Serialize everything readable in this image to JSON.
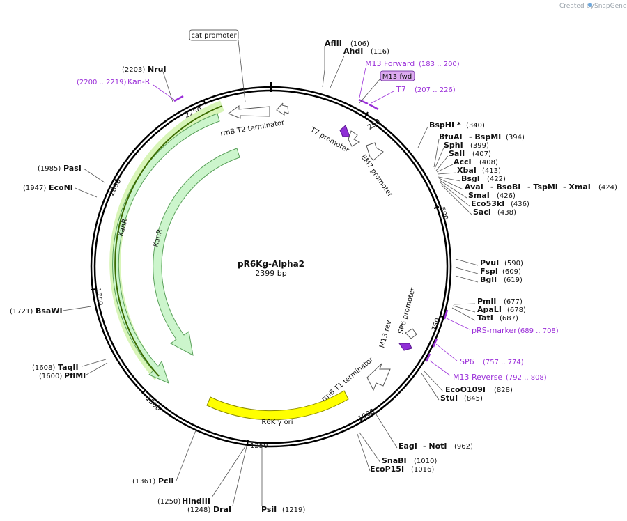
{
  "credit": {
    "prefix": "Created by",
    "brand": "SnapGene"
  },
  "plasmid": {
    "name": "pR6Kg-Alpha2",
    "length": "2399 bp"
  },
  "features": {
    "cat_promoter": "cat promoter",
    "rrnB_T2": "rrnB T2 terminator",
    "T7_promoter": "T7 promoter",
    "EM7_promoter": "EM7 promoter",
    "KanR_outer": "KanR",
    "KanR_inner": "KanR",
    "SP6_promoter": "SP6 promoter",
    "M13_rev": "M13 rev",
    "rrnB_T1": "rrnB T1 terminator",
    "R6K_ori": "R6K γ ori"
  },
  "primers": {
    "kanR": {
      "name": "Kan-R",
      "range": "(2200 .. 2219)"
    },
    "m13fwd_arrow": "M13 fwd",
    "m13forward": {
      "name": "M13 Forward",
      "range": "(183 .. 200)"
    },
    "t7": {
      "name": "T7",
      "range": "(207 .. 226)"
    },
    "prs": {
      "name": "pRS-marker",
      "range": "(689 .. 708)"
    },
    "sp6": {
      "name": "SP6",
      "range": "(757 .. 774)"
    },
    "m13rev": {
      "name": "M13 Reverse",
      "range": "(792 .. 808)"
    }
  },
  "ticks": [
    "250",
    "500",
    "750",
    "1000",
    "1250",
    "1500",
    "1750",
    "2000",
    "2250"
  ],
  "sites": {
    "AflII": {
      "name": "AflII",
      "pos": "(106)"
    },
    "AhdI": {
      "name": "AhdI",
      "pos": "(116)"
    },
    "BspHI": {
      "name": "BspHI *",
      "pos": "(340)"
    },
    "BfuAI": {
      "name": "BfuAI",
      "pos": ""
    },
    "BspMI": {
      "name": "- BspMI",
      "pos": "(394)"
    },
    "SphI": {
      "name": "SphI",
      "pos": "(399)"
    },
    "SalI": {
      "name": "SalI",
      "pos": "(407)"
    },
    "AccI": {
      "name": "AccI",
      "pos": "(408)"
    },
    "XbaI": {
      "name": "XbaI",
      "pos": "(413)"
    },
    "BsgI": {
      "name": "BsgI",
      "pos": "(422)"
    },
    "AvaI": {
      "name": "AvaI",
      "pos": ""
    },
    "BsoBI": {
      "name": "- BsoBI",
      "pos": ""
    },
    "TspMI": {
      "name": "- TspMI",
      "pos": ""
    },
    "XmaI": {
      "name": "- XmaI",
      "pos": "(424)"
    },
    "SmaI": {
      "name": "SmaI",
      "pos": "(426)"
    },
    "Eco53kI": {
      "name": "Eco53kI",
      "pos": "(436)"
    },
    "SacI": {
      "name": "SacI",
      "pos": "(438)"
    },
    "PvuI": {
      "name": "PvuI",
      "pos": "(590)"
    },
    "FspI": {
      "name": "FspI",
      "pos": "(609)"
    },
    "BglI": {
      "name": "BglI",
      "pos": "(619)"
    },
    "PmlI": {
      "name": "PmlI",
      "pos": "(677)"
    },
    "ApaLI": {
      "name": "ApaLI",
      "pos": "(678)"
    },
    "TatI": {
      "name": "TatI",
      "pos": "(687)"
    },
    "EcoO109I": {
      "name": "EcoO109I",
      "pos": "(828)"
    },
    "StuI": {
      "name": "StuI",
      "pos": "(845)"
    },
    "EagI": {
      "name": "EagI",
      "pos": ""
    },
    "NotI": {
      "name": "- NotI",
      "pos": "(962)"
    },
    "SnaBI": {
      "name": "SnaBI",
      "pos": "(1010)"
    },
    "EcoP15I": {
      "name": "EcoP15I",
      "pos": "(1016)"
    },
    "PsiI": {
      "name": "PsiI",
      "pos": "(1219)"
    },
    "DraI": {
      "name": "DraI",
      "pos": "(1248)"
    },
    "HindIII": {
      "name": "HindIII",
      "pos": "(1250)"
    },
    "PciI": {
      "name": "PciI",
      "pos": "(1361)"
    },
    "PflMI": {
      "name": "PflMI",
      "pos": "(1600)"
    },
    "TaqII": {
      "name": "TaqII",
      "pos": "(1608)"
    },
    "BsaWI": {
      "name": "BsaWI",
      "pos": "(1721)"
    },
    "EcoNI": {
      "name": "EcoNI",
      "pos": "(1947)"
    },
    "PasI": {
      "name": "PasI",
      "pos": "(1985)"
    },
    "NruI": {
      "name": "NruI",
      "pos": "(2203)"
    }
  }
}
